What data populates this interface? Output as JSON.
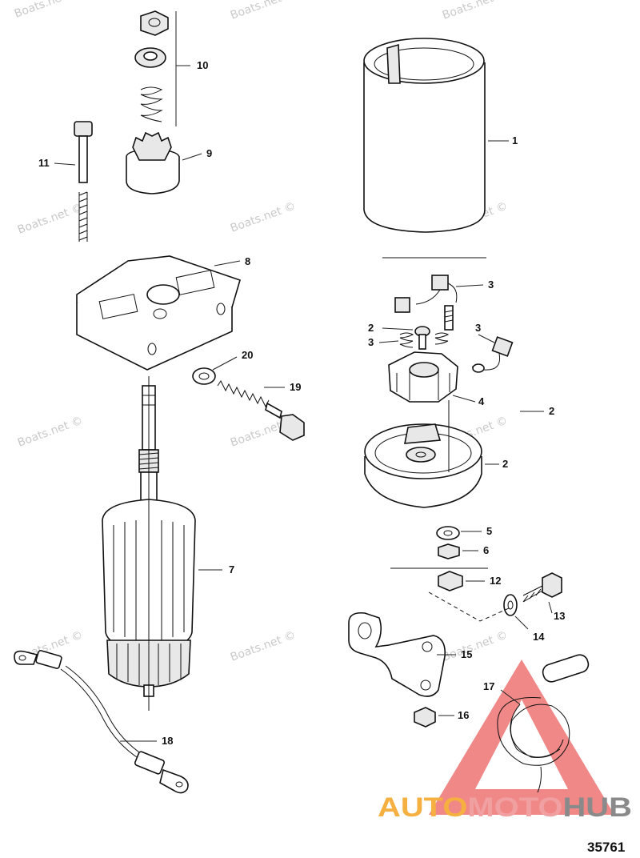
{
  "watermark": "Boats.net ©",
  "figure_number": "35761",
  "logo": {
    "part1": "AUTO",
    "part2": "MOTO",
    "part3": "HUB",
    "colors": {
      "part1": "#f5b041",
      "part2": "#f0a0a0",
      "part3": "#8a8a8a",
      "triangle": "#e53935"
    }
  },
  "callouts": {
    "c1": "1",
    "c2a": "2",
    "c2b": "2",
    "c2c": "2",
    "c3a": "3",
    "c3b": "3",
    "c3c": "3",
    "c4": "4",
    "c5": "5",
    "c6": "6",
    "c7": "7",
    "c8": "8",
    "c9": "9",
    "c10": "10",
    "c11": "11",
    "c12": "12",
    "c13": "13",
    "c14": "14",
    "c15": "15",
    "c16": "16",
    "c17": "17",
    "c18": "18",
    "c19": "19",
    "c20": "20"
  }
}
